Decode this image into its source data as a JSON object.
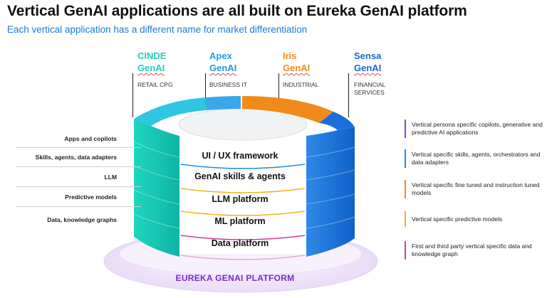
{
  "header": {
    "title": "Vertical GenAI applications are all built on Eureka GenAI platform",
    "subtitle": "Each vertical application has a different name for market differentiation"
  },
  "verticals": [
    {
      "name": "CINDE",
      "suffix": "GenAI",
      "category": "RETAIL CPG",
      "color": "#1fcfbd"
    },
    {
      "name": "Apex",
      "suffix": "GenAI",
      "category": "BUSINESS IT",
      "color": "#1e9be6"
    },
    {
      "name": "Iris",
      "suffix": "GenAI",
      "category": "INDUSTRIAL",
      "color": "#f08a1c"
    },
    {
      "name": "Sensa",
      "suffix": "GenAI",
      "category": "FINANCIAL SERVICES",
      "color": "#1a66d8"
    }
  ],
  "left_labels": [
    "Apps and copilots",
    "Skills, agents, data adapters",
    "LLM",
    "Predictive models",
    "Data, knowledge graphs"
  ],
  "layers": [
    "UI / UX framework",
    "GenAI skills & agents",
    "LLM platform",
    "ML platform",
    "Data platform"
  ],
  "right_notes": [
    {
      "text": "Vertical persona specific copilots, generative and predictive AI applications",
      "color": "#8b3fd6"
    },
    {
      "text": "Vertical specific skills, agents, orchestrators and data adapters",
      "color": "#1e8be0"
    },
    {
      "text": "Vertical specific fine tuned and instruction tuned models",
      "color": "#f08a1c"
    },
    {
      "text": "Vertical specific predictive models",
      "color": "#f0b21c"
    },
    {
      "text": "First and third party vertical specific data and knowledge graph",
      "color": "#d33a9a"
    }
  ],
  "platform_label": "EUREKA GENAI PLATFORM"
}
